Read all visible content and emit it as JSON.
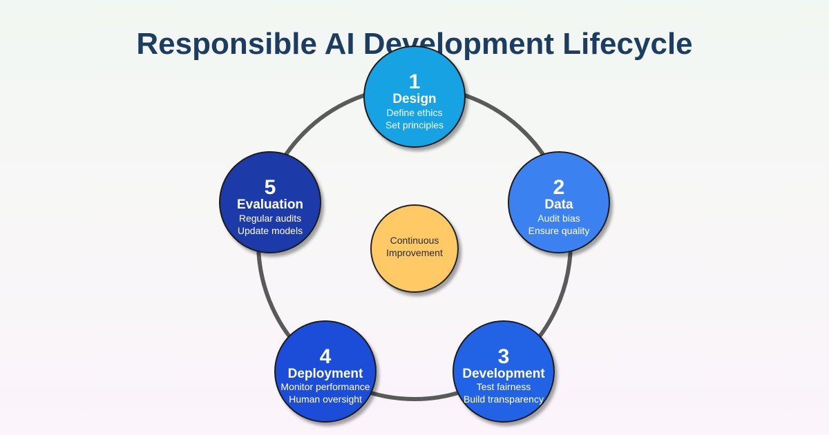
{
  "title": "Responsible AI Development Lifecycle",
  "center": {
    "lines": [
      "Continuous",
      "Improvement"
    ],
    "color": "#ffc966"
  },
  "stages": [
    {
      "number": "1",
      "name": "Design",
      "lines": [
        "Define ethics",
        "Set principles"
      ],
      "color": "#13a2e3"
    },
    {
      "number": "2",
      "name": "Data",
      "lines": [
        "Audit bias",
        "Ensure quality"
      ],
      "color": "#3b82f0"
    },
    {
      "number": "3",
      "name": "Development",
      "lines": [
        "Test fairness",
        "Build transparency"
      ],
      "color": "#2463e6"
    },
    {
      "number": "4",
      "name": "Deployment",
      "lines": [
        "Monitor performance",
        "Human oversight"
      ],
      "color": "#1d4ed8"
    },
    {
      "number": "5",
      "name": "Evaluation",
      "lines": [
        "Regular audits",
        "Update models"
      ],
      "color": "#1e3aa8"
    }
  ],
  "ring_color": "#5a5a5a"
}
